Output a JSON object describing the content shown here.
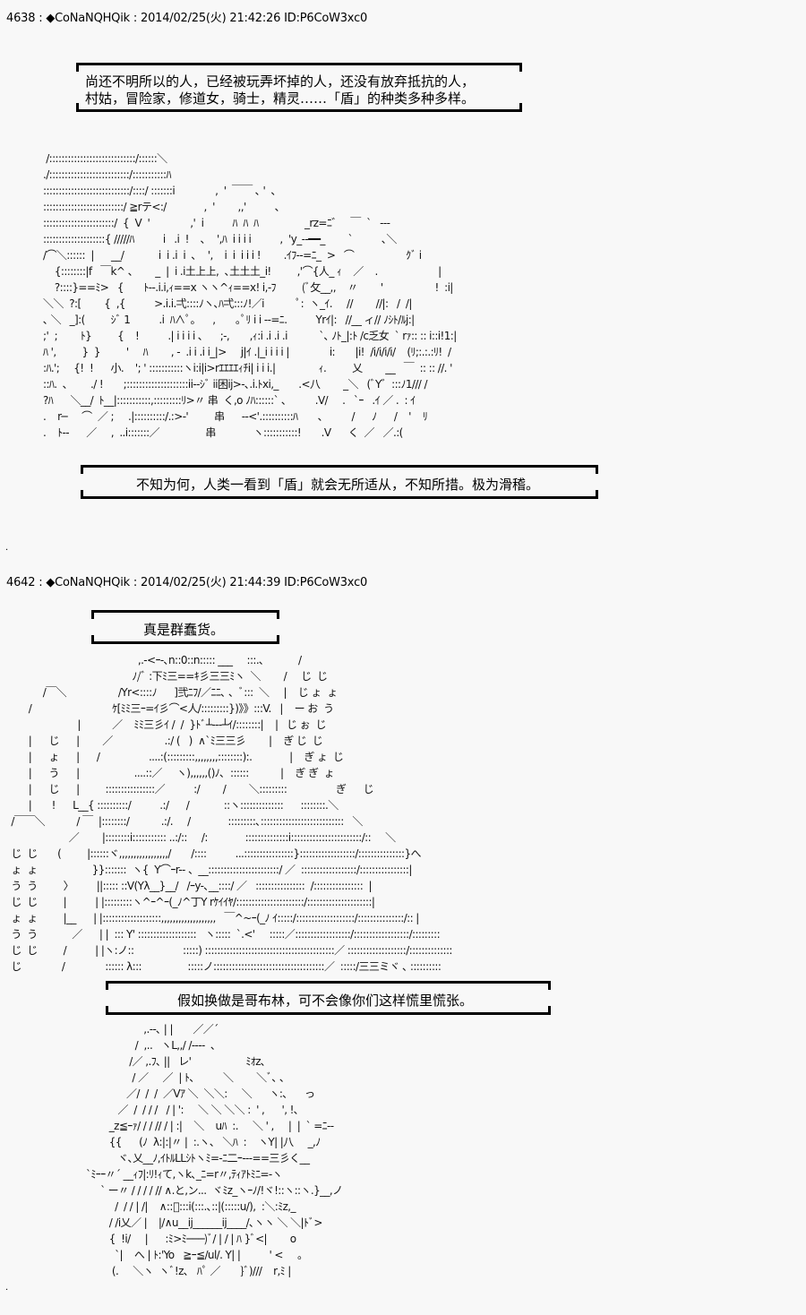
{
  "posts": [
    {
      "header": "4638 : ◆CoNaNQHQik : 2014/02/25(火) 21:42:26 ID:P6CoW3xc0",
      "box1": [
        "尚还不明所以的人，已经被玩弄坏掉的人，还没有放弃抵抗的人，",
        "村姑，冒险家，修道女，骑士，精灵……「盾」的种类多种多样。"
      ],
      "art": [
        " /::::::::::::::::::::::::::::/::::::＼",
        "./::::::::::::::::::::::::::/:::::::::::ﾊ",
        "::::::::::::::::::::::::::::/::::/ :::::::i              ,  '  ￣￣ ､ '  ､",
        "::::::::::::::::::::::::::/ ≧rテ<:/             ,  '        ,,'          ､",
        ":::::::::::::::::::::::/  {  V  '              ,'  i          ﾊ  ﾊ  ﾊ                _rz=ﾆ゛   ￣  `   ---",
        "::::::::::::::::::::{ /////ﾊ          i   .i  !    ､    ',ﾊ  i i i i          ,  'y_--━━_        `          ､＼",
        "/⌒＼::::::  |      __/            i  i .i  i  ､    ',    i  i  i i i !        .ｲﾌ--=ﾆ_  >   ⌒                  ｸﾞ i",
        "    {::::::::|f   ￣k^ 、      _  |  i .i土上上,  ､土土土_i!         ,'⌒{人_ ｨ    ／    .                     |",
        "    ?::::}==ﾐ>   {       ﾄ--.i.i,ｨ==x ヽヽ^ｨ==x! i,-ﾌ         (ﾞ攵__,,    〃        '                  !  :i|",
        "＼＼  ?:[        {  ,{          >.i.i.弌::::ﾉヽ､ﾊ弌:::ﾉ!／i           ﾟ:  ヽ_ｲ.     //        //|:   /  /|",
        "､ ＼   _]:(         ｼﾞ 1          .i  ﾊ∧ﾟ｡      ,       ｡ﾟﾘ i i --=ﾆ.          Yrｲ|:   //__ ィ// ﾉｼﾄ/ﾙj:|",
        ";'  ;        ﾄ}         {    !          .| i i i i ､      ;-,       ,ｨ:i .i .i .i           `､ ﾉﾄ_|:ﾄ /c乏女  ` rｧ:: :: i::i!1:|",
        "ﾊ ',         }  }         '     ﾊ        , -  .i i .i i_|>     j|ｲ .|_i i i i |              i:       |i!  /i/i/i/i/    (ﾘ;:.:.:ﾘ!  /",
        ":ﾊ.';     {!  !      小.    '; ' :::::::::::ヽi:i|i>rｴｴｴｴｨﾁi| i i i.|               ｨ.         乂        __   ￣  :: :: //. '",
        "::ﾊ.  ､        ./ !       ;::::::::::::::::::::ii--ｼﾞ ii困ij>-､.i.ﾄxi,_       .<八        _＼   (ﾞY゛:::ﾉ1/// /",
        "?ﾊ      ＼__/  ﾄ__|:::::::::::,:::::::::ﾘ>〃 串  く,o ﾉﾊ::::::` ､          .V/     .   `ｰ   .ｲ ／ .  : ｲ",
        ".    r─     ⌒  ／ ;     .|::::::::::/.:>-'         串      --<'.::::::::::ﾊ       ､          /      ﾉ      /    '    ﾘ",
        ".    ﾄ--      ／     ,  ..i:::::::／                串             ヽ:::::::::::!       .V      く  ／   ／.:("
      ],
      "box2": "不知为何，人类一看到「盾」就会无所适从，不知所措。极为滑稽。"
    },
    {
      "header": "4642 : ◆CoNaNQHQik : 2014/02/25(火) 21:44:39 ID:P6CoW3xc0",
      "box1": "真是群蠢货。",
      "art": [
        "                                              ,.-<ｰ-､n::0::n::::: ___     :::.､            /",
        "                                            ﾉ/ﾞ :下ﾐ三==ｷ彡三三ﾐヽ  ＼        /     じ  じ",
        "             /￣＼                  /Yr<::::ﾉ      ]弐ﾆﾌ/／ﾆﾆ､ 、ﾞ:::  ＼     |    じ ょ  ょ",
        "        /                            ｹ[ﾐﾐ三ｰ=ｲ彡⌒<人/:::::::::})》》:::V.   |    ー お  う",
        "                         |           ／    ﾐﾐ三彡ｲ /  /  }ﾄﾞ┴---┴ｲ/::::::::|    |   じ ぉ  じ",
        "        |      じ      |        ／                  .:/ (   )  ∧`ﾐ三三彡        |    ぎ じ  じ",
        "        |      ょ      |      /                 ....:(:::::::::,,,,,,,,::::::::):.             |    ぎ ょ  じ",
        "        |      う      |                   ....::／     ヽ),,,,,,()ﾉ､  ::::::           |    ぎ ぎ  ょ",
        "        |      じ      |         ::::::::::::::::／          :/        /        ＼:::::::::                 ぎ      じ",
        "        |       !      L__{ ::::::::::/          .:/      /            ::ヽ::::::::::::::      ::::::::.＼",
        "  /￣￣＼           / ￣  |::::::::/           .:/.     /             :::::::::､:::::::::::::::::::::::::::   ＼",
        "                      ／        |::::::::i::::::::::: ..:/::     /:             ::::::::::::::i:::::::::::::::::::::::/::     ＼",
        "  じ  じ       (         |::::::ヾ,,,,,,,,,,,,,,,,,/       /::::          ...::::::::::::::::}::::::::::::::::::/:::::::::::::::}へ",
        "  ょ  ょ                   }}:::::::  ヽ{  Y⌒ｰr-- 、__:::::::::::::::::::::::/ ／  ::::::::::::::::::/::::::::::::::::|",
        "  う  う         〉        ||::::: ::V(Yλ__}__/   /ｰy-､__::::/ ／   ::::::::::::::::  /::::::::::::::::  |",
        "  じ  じ         |          | |:::::::::ヽ^ｰ^ｰ(_ﾉ^丁Y rｹｲｲﾔ/::::::::::::::::::::::/:::::::::::::::::::::|",
        "  ょ  ょ         |__      | |:::::::::::::::::::,,,,,,,,,,,,,,,,,,,   ￣^~ｰ(_ﾉ ｲ:::::/:::::::::::::::::::/:::::::::::::::/:: |",
        "  う  う            ／      | |  ::: Y' :::::::::::::::::::   ヽ:::::  `.<'     :::::／::::::::::::::::::/::::::::::::::::::/:::::::::",
        "  じ  じ         /          | |ヽ:ノ::                 :::::) ::::::::::::::::::::::::::::::::::::::::::／ :::::::::::::::::::/::::::::::::::",
        "  じ              /              :::::: λ:::                :::::ノ::::::::::::::::::::::::::::::::::::／  :::::/三三ミヾ ､ ::::::::::"
      ],
      "box2": "假如换做是哥布林，可不会像你们这样慌里慌张。",
      "art2": [
        "                    ,.--､ | |       ／／´",
        "                 /  ,..   ヽL,,/ /----  ､",
        "               /／ ,.ﾌ､ ||   レ'                   ﾐｵz､",
        "                / ／     ／  | ﾄ､          ＼        ＼ﾞ､ ､",
        "              ／/  /  /  ／Vｱ ＼  ＼＼:     ＼      ヽ:､      っ",
        "           ／  /  / / /   / | ':     ＼ ＼ ＼＼ :  ' ,      ', !､",
        "        _z≦ｰｧ/ / / // / | :|    ＼    uﾊ  :.     ＼ ' ,     |  |  ` =ﾆ--",
        "        {{      (ﾉ  λ:|:|〃 |  :.ヽ、 ＼ﾊ  :    ヽY| |八     _,ﾉ",
        "           ヾ､乂__ﾉ,ｲﾄﾙLLｼﾄヽﾐ=-ﾆ二ｰ---==三彡く__",
        "`ﾐｰｰ〃´ __ｨﾌ|:ﾘ!ｨて,ヽk､_ﾆ=r〃,ﾃｨｱﾄﾐﾆ=-ヽ",
        "     ` ー〃 / / / / // ∧.と,ン...  ヾﾐz_ヽｰﾉ/!ヾ!::ヽ::ヽ.}__,ノ",
        "          /  / / | /|    ∧::ﾞ:::i(:::.､::|(:::::u/),  :＼:ﾐz,_",
        "        / /i乂／ |    |/∧u__ij______ij____/､ヽヽ ＼ ＼|ﾄﾞ>",
        "        {  !i/     |      :ﾐ>ﾐ───)ﾞ/ | / | ﾊ }ﾞ<|        o",
        "          `|    へ | ﾄ:'Yo   ≧ｰ≦/ul/. Y| |          ' <     。",
        "         (.     ＼ヽ  ヽﾞ!z､   ﾊﾟ ／       }ﾞ)///    r,ﾐ |"
      ]
    }
  ]
}
